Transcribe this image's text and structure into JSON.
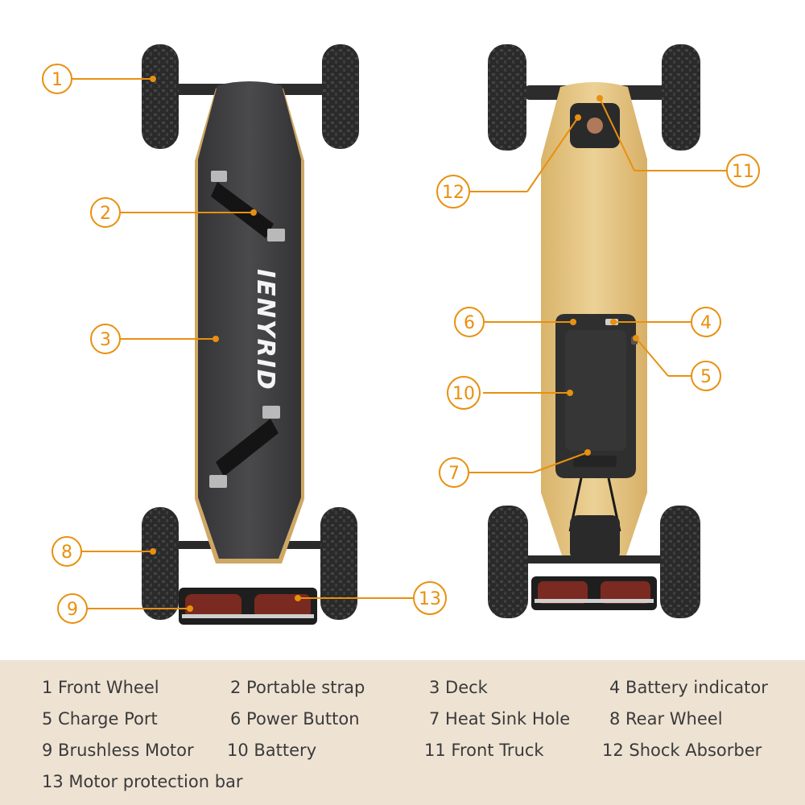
{
  "brand": {
    "logo_text": "IENYRID"
  },
  "callouts": [
    {
      "n": "1"
    },
    {
      "n": "2"
    },
    {
      "n": "3"
    },
    {
      "n": "4"
    },
    {
      "n": "5"
    },
    {
      "n": "6"
    },
    {
      "n": "7"
    },
    {
      "n": "8"
    },
    {
      "n": "9"
    },
    {
      "n": "10"
    },
    {
      "n": "11"
    },
    {
      "n": "12"
    },
    {
      "n": "13"
    }
  ],
  "legend": [
    "1  Front Wheel",
    "2  Portable strap",
    "3  Deck",
    "4  Battery indicator",
    "5  Charge Port",
    "6  Power Button",
    "7  Heat Sink Hole",
    "8  Rear Wheel",
    "9  Brushless Motor",
    "10  Battery",
    "11  Front Truck",
    "12  Shock Absorber",
    "13  Motor protection bar"
  ],
  "colors": {
    "accent": "#e8900f",
    "legend_bg": "#eee3d3",
    "deck_grip": "#3c3c3e",
    "bamboo": "#e2c07c",
    "tire": "#2b2b2b"
  }
}
